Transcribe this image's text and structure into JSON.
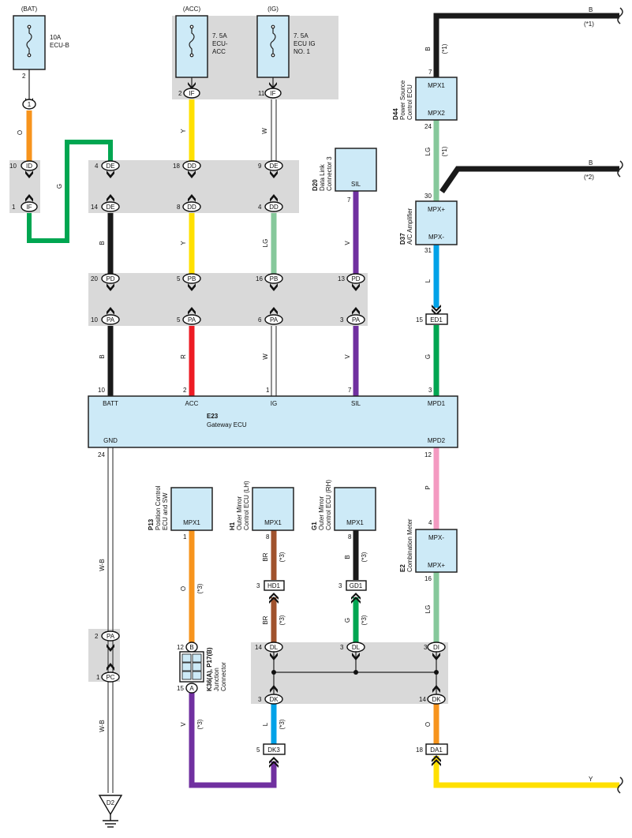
{
  "diagram": {
    "power": {
      "bat": "(BAT)",
      "acc": "(ACC)",
      "ig": "(IG)"
    },
    "fuses": {
      "ecu_b": {
        "line1": "10A",
        "line2": "ECU-B",
        "pin": "2"
      },
      "ecu_acc": {
        "line1": "7. 5A",
        "line2": "ECU-",
        "line3": "ACC",
        "pin": "2",
        "conn": "IF"
      },
      "ecu_ig": {
        "line1": "7. 5A",
        "line2": "ECU IG",
        "line3": "NO. 1",
        "pin": "11",
        "conn": "IF"
      }
    },
    "wires": {
      "o": "O",
      "g": "G",
      "y": "Y",
      "w": "W",
      "b": "B",
      "lg": "LG",
      "v": "V",
      "r": "R",
      "wb": "W-B",
      "l": "L",
      "p": "P",
      "br": "BR",
      "note1": "(*1)",
      "note2": "(*2)",
      "note3": "(*3)"
    },
    "connectors": {
      "c1": "1",
      "id": "ID",
      "if": "IF",
      "de": "DE",
      "dd": "DD",
      "pd": "PD",
      "pb": "PB",
      "pa": "PA",
      "pc": "PC",
      "ed1": "ED1",
      "hd1": "HD1",
      "gd1": "GD1",
      "dl": "DL",
      "di": "DI",
      "dk": "DK",
      "dk3": "DK3",
      "da1": "DA1",
      "a": "A",
      "bb": "B"
    },
    "pins": {
      "p10": "10",
      "p1": "1",
      "p4": "4",
      "p14": "14",
      "p18": "18",
      "p8": "8",
      "p9": "9",
      "p7": "7",
      "p20": "20",
      "p5": "5",
      "p16": "16",
      "p13": "13",
      "p6": "6",
      "p3": "3",
      "p2": "2",
      "p24": "24",
      "p30": "30",
      "p31": "31",
      "p15": "15",
      "p12": "12",
      "p11": "11"
    },
    "gateway": {
      "code": "E23",
      "name": "Gateway ECU",
      "batt": "BATT",
      "acc": "ACC",
      "ig": "IG",
      "sil": "SIL",
      "mpd1": "MPD1",
      "gnd": "GND",
      "mpd2": "MPD2"
    },
    "d20": {
      "code": "D20",
      "name1": "Data Link",
      "name2": "Connector 3",
      "pin": "SIL"
    },
    "d44": {
      "code": "D44",
      "name1": "Power Source",
      "name2": "Control ECU",
      "pin1": "MPX1",
      "pin2": "MPX2"
    },
    "d37": {
      "code": "D37",
      "name1": "A/C Amplifier",
      "pin1": "MPX+",
      "pin2": "MPX-"
    },
    "e2": {
      "code": "E2",
      "name1": "Combination Meter",
      "pin1": "MPX-",
      "pin2": "MPX+"
    },
    "p13": {
      "code": "P13",
      "name1": "Position Control",
      "name2": "ECU and SW",
      "pin": "MPX1"
    },
    "h1": {
      "code": "H1",
      "name1": "Outer Mirror",
      "name2": "Control ECU (LH)",
      "pin": "MPX1"
    },
    "g1": {
      "code": "G1",
      "name1": "Outer Mirror",
      "name2": "Control ECU (RH)",
      "pin": "MPX1"
    },
    "junction": {
      "code": "K36(A), P17(B)",
      "name1": "Junction",
      "name2": "Connector"
    },
    "ground": {
      "code": "D2"
    }
  }
}
